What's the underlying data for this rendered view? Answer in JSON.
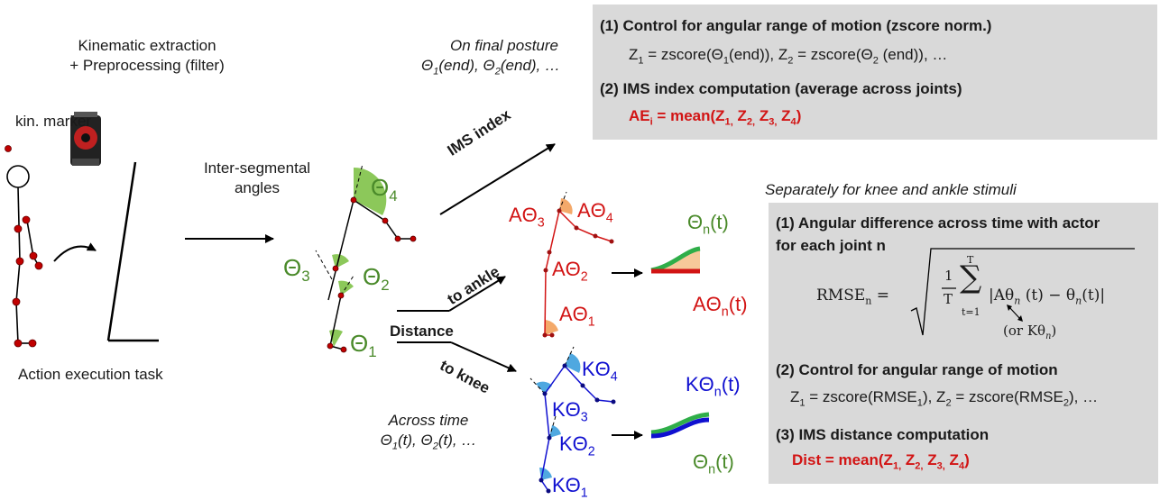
{
  "pipeline": {
    "kin_extract_line1": "Kinematic extraction",
    "kin_extract_line2": "+ Preprocessing (filter)",
    "marker_label": "kin. marker",
    "action_task": "Action execution task",
    "angles_line1": "Inter-segmental",
    "angles_line2": "angles",
    "final_posture_line1": "On final posture",
    "final_posture_line2": "Θ1(end), Θ2(end), …",
    "ims_index_arrow": "IMS index",
    "to_ankle": "to ankle",
    "to_knee": "to knee",
    "distance": "Distance",
    "across_time_line1": "Across time",
    "across_time_line2": "Θ1(t), Θ2(t), …",
    "separately": "Separately for knee and ankle stimuli"
  },
  "angle_labels": {
    "theta1": "Θ1",
    "theta2": "Θ2",
    "theta3": "Θ3",
    "theta4": "Θ4",
    "a1": "AΘ1",
    "a2": "AΘ2",
    "a3": "AΘ3",
    "a4": "AΘ4",
    "k1": "KΘ1",
    "k2": "KΘ2",
    "k3": "KΘ3",
    "k4": "KΘ4",
    "curve_top_a": "Θn(t)",
    "curve_bottom_a": "AΘn(t)",
    "curve_top_k": "KΘn(t)",
    "curve_bottom_k": "Θn(t)"
  },
  "top_box": {
    "step1_title": "(1) Control for angular range of motion (zscore norm.)",
    "step1_formula": "Z1 = zscore(Θ1(end)), Z2 = zscore(Θ2 (end)), …",
    "step2_title": "(2) IMS index computation (average across joints)",
    "step2_formula": "AEi = mean(Z1, Z2, Z3, Z4)"
  },
  "bottom_box": {
    "step1_title_line1": "(1) Angular difference across time with actor",
    "step1_title_line2": "for each joint n",
    "rmse_lhs": "RMSEn =",
    "frac_num": "1",
    "frac_den": "T",
    "sum_top": "T",
    "sum_bottom": "t=1",
    "sum_term": "|Aθn (t) − θn(t)|",
    "or_note": "(or Kθn)",
    "step2_title": "(2) Control for angular range of motion",
    "step2_formula": "Z1 = zscore(RMSE1), Z2 = zscore(RMSE2), …",
    "step3_title": "(3) IMS distance computation",
    "step3_formula": "Dist = mean(Z1, Z2, Z3, Z4)"
  },
  "colors": {
    "green": "#4a8a2a",
    "red": "#d21414",
    "blue": "#1010d0",
    "box_gray": "#d9d9d9",
    "wedge_green": "#8cc85a",
    "wedge_orange": "#f4a96a",
    "wedge_blue": "#4fa8e0",
    "marker_red": "#c00000"
  }
}
